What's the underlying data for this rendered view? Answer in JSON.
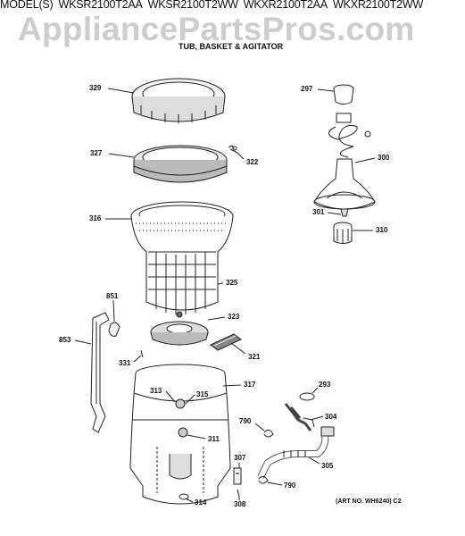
{
  "header": {
    "models_prefix": "MODEL(S)",
    "models": [
      "WKSR2100T2AA",
      "WKSR2100T2WW",
      "WKXR2100T2AA",
      "WKXR2100T2WW"
    ]
  },
  "watermark": "AppliancePartsPros.com",
  "subtitle": "TUB, BASKET & AGITATOR",
  "art_number": "(ART NO. WH6240) C2",
  "labels": {
    "p329": "329",
    "p327": "327",
    "p322": "322",
    "p316": "316",
    "p325": "325",
    "p323": "323",
    "p321": "321",
    "p851": "851",
    "p853": "853",
    "p331": "331",
    "p313": "313",
    "p315": "315",
    "p317": "317",
    "p311": "311",
    "p307": "307",
    "p308": "308",
    "p314": "314",
    "p297": "297",
    "p300": "300",
    "p301": "301",
    "p310": "310",
    "p293": "293",
    "p790a": "790",
    "p304": "304",
    "p305": "305",
    "p790b": "790"
  }
}
